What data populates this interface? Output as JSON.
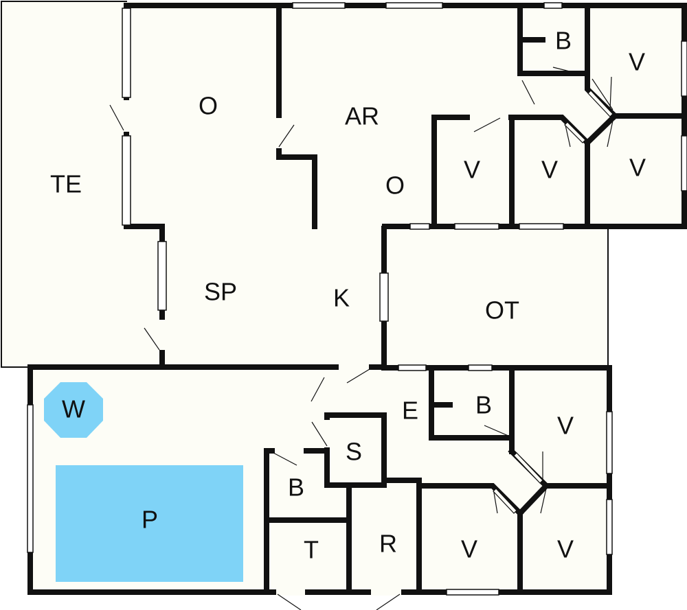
{
  "colors": {
    "background": "#ffffff",
    "floor": "#fdfdf6",
    "wall": "#111111",
    "water": "#7fd3f7",
    "window": "#ffffff"
  },
  "rooms": {
    "te": "TE",
    "o_upper": "O",
    "ar": "AR",
    "o_lower": "O",
    "sp": "SP",
    "k": "K",
    "ot": "OT",
    "b_top": "B",
    "v_top_right": "V",
    "v_mid_1": "V",
    "v_mid_2": "V",
    "v_mid_3": "V",
    "w": "W",
    "p": "P",
    "e": "E",
    "b_lower": "B",
    "v_lower_right": "V",
    "s": "S",
    "b_small": "B",
    "t": "T",
    "r": "R",
    "v_bottom_1": "V",
    "v_bottom_2": "V"
  }
}
